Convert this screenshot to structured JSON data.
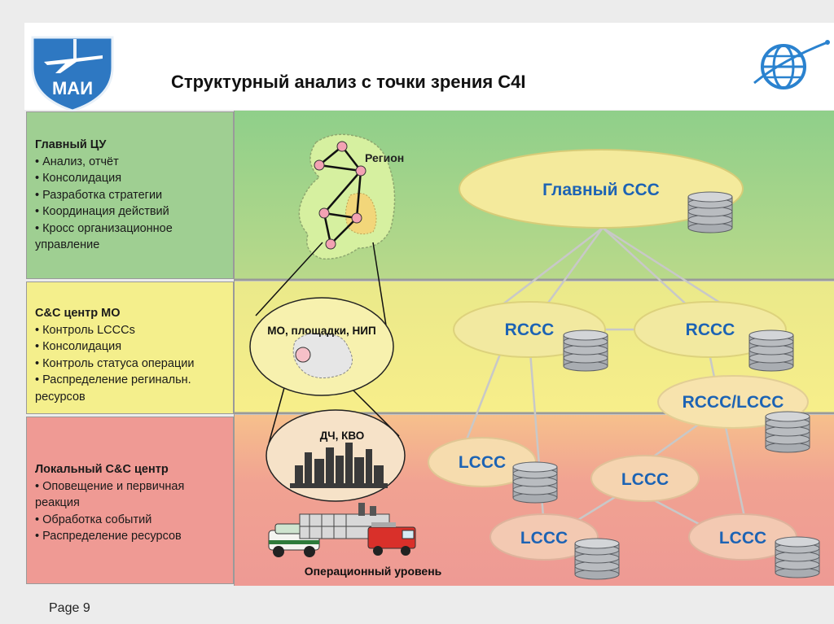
{
  "title": "Структурный анализ с точки зрения C4I",
  "logo": {
    "text": "МАИ",
    "icon": "mai-airplane-shield"
  },
  "globe_icon": "globe-orbit-icon",
  "page_label": "Page 9",
  "panels": {
    "main": {
      "heading": "Главный ЦУ",
      "items": [
        "Анализ, отчёт",
        "Консолидация",
        "Разработка стратегии",
        "Координация действий",
        "Кросс организационное управление"
      ]
    },
    "mo": {
      "heading": "C&C центр МО",
      "items": [
        "Контроль LCCCs",
        "Консолидация",
        "Контроль статуса операции",
        "Распределение регинальн. ресурсов"
      ]
    },
    "local": {
      "heading": "Локальный C&C центр",
      "items": [
        "Оповещение и первичная реакция",
        "Обработка событий",
        "Распределение ресурсов"
      ]
    }
  },
  "diagram": {
    "region_label": "Регион",
    "mo_label": "МО, площадки, НИП",
    "city_label": "ДЧ, КВО",
    "operational_label": "Операционный уровень",
    "nodes": {
      "main_ccc": "Главный ССС",
      "rccc_1": "RCCC",
      "rccc_2": "RCCC",
      "rccc_lccc": "RCCC/LCCC",
      "lccc_1": "LCCC",
      "lccc_2": "LCCC",
      "lccc_3": "LCCC",
      "lccc_4": "LCCC"
    }
  },
  "colors": {
    "green_band": "#9fcf92",
    "yellow_band": "#f4ef8c",
    "red_band": "#ef9a94",
    "node_fill": "#f2e9a0",
    "node_text": "#1c63b4"
  }
}
